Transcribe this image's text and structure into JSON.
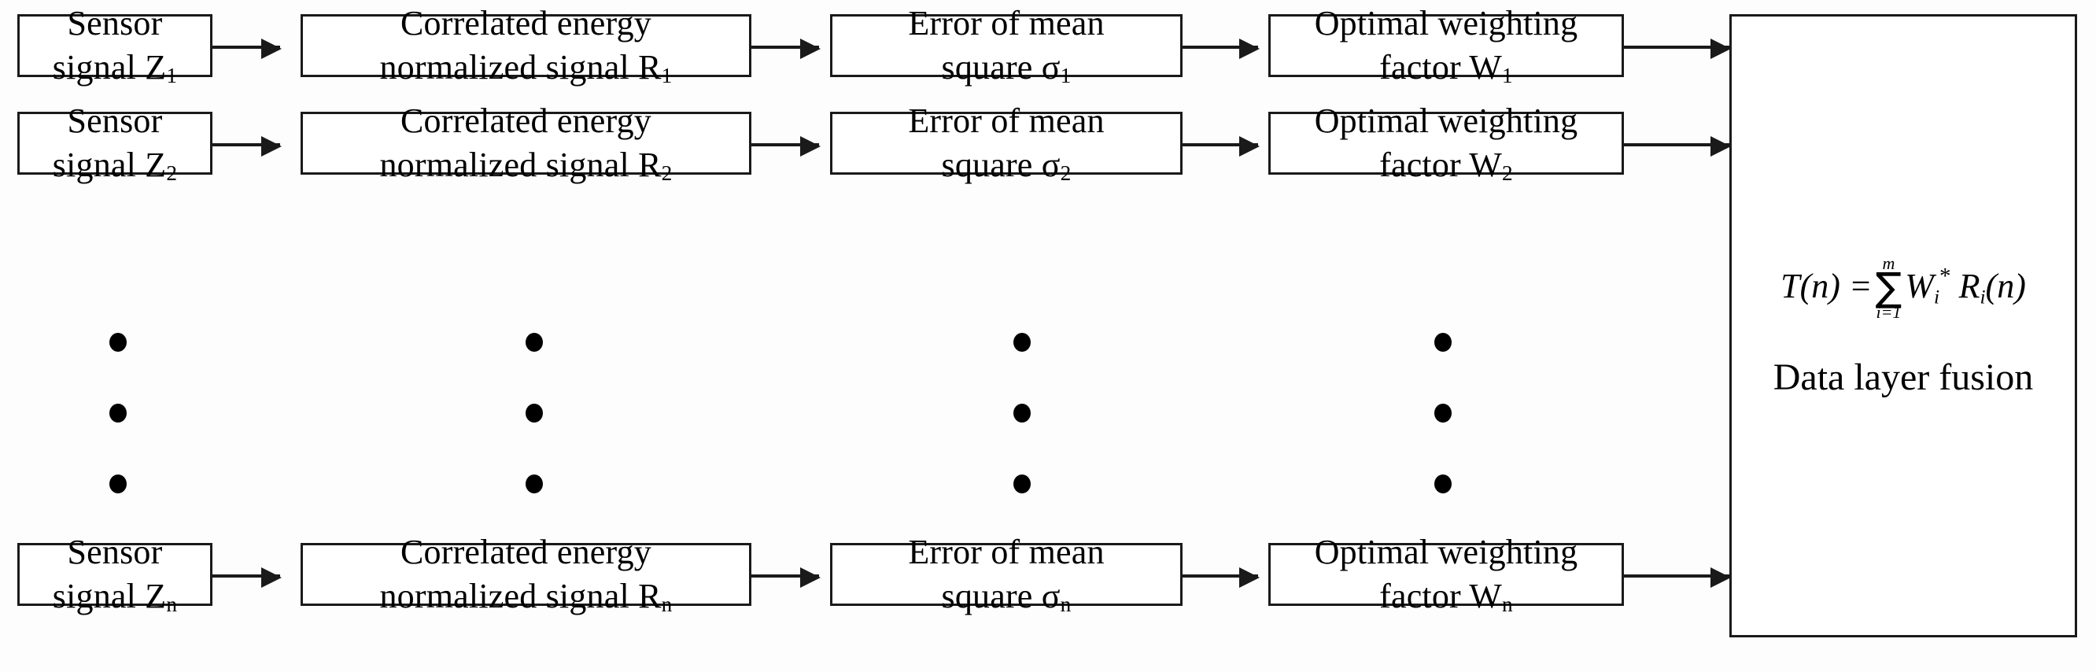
{
  "diagram": {
    "title": "Multi-sensor data layer fusion block diagram",
    "stage_labels": {
      "sensor_line1": "Sensor",
      "correlated_line1": "Correlated energy",
      "error_line1": "Error of mean",
      "weighting_line1": "Optimal weighting"
    },
    "rows": [
      {
        "index": "1",
        "sensor": {
          "line1": "Sensor",
          "line2_text": "signal Z",
          "line2_sub": "1"
        },
        "correlated": {
          "line1": "Correlated energy",
          "line2_text": "normalized signal R",
          "line2_sub": "1"
        },
        "error": {
          "line1": "Error of mean",
          "line2_text": "square σ",
          "line2_sub": "1"
        },
        "weighting": {
          "line1": "Optimal weighting",
          "line2_text": "factor W",
          "line2_sub": "1"
        }
      },
      {
        "index": "2",
        "sensor": {
          "line1": "Sensor",
          "line2_text": "signal Z",
          "line2_sub": "2"
        },
        "correlated": {
          "line1": "Correlated energy",
          "line2_text": "normalized signal R",
          "line2_sub": "2"
        },
        "error": {
          "line1": "Error of mean",
          "line2_text": "square σ",
          "line2_sub": "2"
        },
        "weighting": {
          "line1": "Optimal weighting",
          "line2_text": "factor W",
          "line2_sub": "2"
        }
      },
      {
        "index": "n",
        "sensor": {
          "line1": "Sensor",
          "line2_text": "signal Z",
          "line2_sub": "n"
        },
        "correlated": {
          "line1": "Correlated energy",
          "line2_text": "normalized signal R",
          "line2_sub": "n"
        },
        "error": {
          "line1": "Error of mean",
          "line2_text": "square σ",
          "line2_sub": "n"
        },
        "weighting": {
          "line1": "Optimal weighting",
          "line2_text": "factor W",
          "line2_sub": "n"
        }
      }
    ],
    "fusion": {
      "formula": {
        "lhs": "T(n) =",
        "sigma_upper": "m",
        "sigma_symbol": "∑",
        "sigma_lower": "i=1",
        "term_w": "W",
        "term_w_sub": "i",
        "term_star": "*",
        "term_r": "R",
        "term_r_sub": "i",
        "term_arg": "(n)"
      },
      "label": "Data layer fusion"
    },
    "ellipsis": {
      "dot_count": 3,
      "columns": 4
    },
    "colors": {
      "background": "#fdfdfd",
      "box_fill": "#ffffff",
      "stroke": "#1a1a1a",
      "text": "#000000"
    }
  }
}
